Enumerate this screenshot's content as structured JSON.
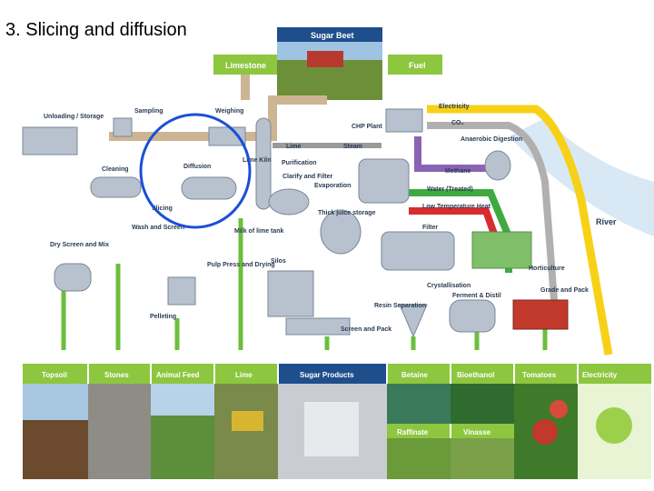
{
  "slide": {
    "title": "3. Slicing and diffusion"
  },
  "header": {
    "sugar_beet": "Sugar Beet",
    "limestone": "Limestone",
    "fuel": "Fuel"
  },
  "process": {
    "unloading": "Unloading / Storage",
    "sampling": "Sampling",
    "weighing": "Weighing",
    "cleaning": "Cleaning",
    "diffusion": "Diffusion",
    "slicing": "Slicing",
    "wash_mix": "Wash and Screen",
    "dry_screen": "Dry Screen and Mix",
    "pulp_press": "Pulp Press and Drying",
    "pelleting": "Pelleting",
    "milk_of_lime": "Milk of lime tank",
    "lime_kiln": "Lime Kiln",
    "lime": "Lime",
    "purification": "Purification",
    "clarify": "Clarify and Filter",
    "evaporation": "Evaporation",
    "thick_juice": "Thick juice storage",
    "silos": "Silos",
    "steam": "Steam",
    "chp": "CHP Plant",
    "crystallisation": "Crystallisation",
    "resin": "Resin Separation",
    "screen_pack": "Screen and Pack",
    "ferment": "Ferment & Distil",
    "anaerobic": "Anaerobic Digestion",
    "filter": "Filter",
    "horticulture": "Horticulture",
    "grade_pack": "Grade and Pack",
    "river": "River"
  },
  "flows": {
    "electricity": "Electricity",
    "co2": "CO₂",
    "methane": "Methane",
    "water": "Water (Treated)",
    "low_temp": "Low Temperature Heat"
  },
  "products": [
    {
      "label": "Topsoil"
    },
    {
      "label": "Stones"
    },
    {
      "label": "Animal Feed"
    },
    {
      "label": "Lime"
    },
    {
      "label": "Sugar Products"
    },
    {
      "label": "Betaine"
    },
    {
      "label": "Bioethanol"
    },
    {
      "label": "Tomatoes"
    },
    {
      "label": "Electricity"
    }
  ],
  "sub_products": {
    "raffinate": "Raffinate",
    "vinasse": "Vinasse"
  },
  "colors": {
    "header_green": "#8dc63f",
    "header_blue": "#1f4e8c",
    "product_blue": "#3a5f8f",
    "pipe_tan": "#cdb593",
    "pipe_gray": "#9a9a9a",
    "electricity_yellow": "#f7d117",
    "methane_purple": "#8a63b5",
    "water_green": "#3faa3f",
    "heat_red": "#d62e2e",
    "co2_gray": "#a8a8a8",
    "highlight_circle": "#1a4fd6",
    "river_blue": "#cfe2f3"
  }
}
